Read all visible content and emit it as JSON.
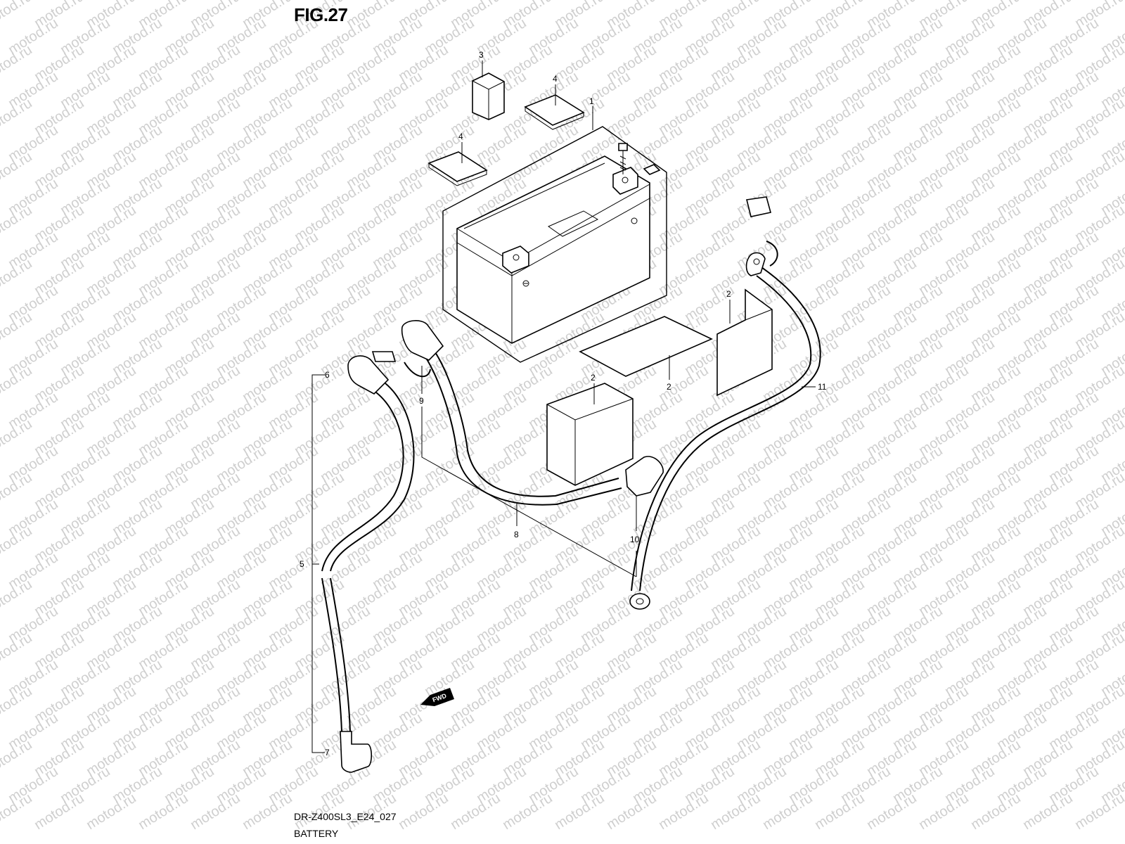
{
  "figure_title": "FIG.27",
  "diagram_code": "DR-Z400SL3_E24_027",
  "caption": "BATTERY",
  "watermark_text": "motod.ru",
  "fwd_label": "FWD",
  "callouts": [
    {
      "id": "c1",
      "label": "1"
    },
    {
      "id": "c2a",
      "label": "2"
    },
    {
      "id": "c2b",
      "label": "2"
    },
    {
      "id": "c2c",
      "label": "2"
    },
    {
      "id": "c3",
      "label": "3"
    },
    {
      "id": "c4a",
      "label": "4"
    },
    {
      "id": "c4b",
      "label": "4"
    },
    {
      "id": "c5",
      "label": "5"
    },
    {
      "id": "c6",
      "label": "6"
    },
    {
      "id": "c7",
      "label": "7"
    },
    {
      "id": "c8",
      "label": "8"
    },
    {
      "id": "c9",
      "label": "9"
    },
    {
      "id": "c10",
      "label": "10"
    },
    {
      "id": "c11",
      "label": "11"
    }
  ]
}
